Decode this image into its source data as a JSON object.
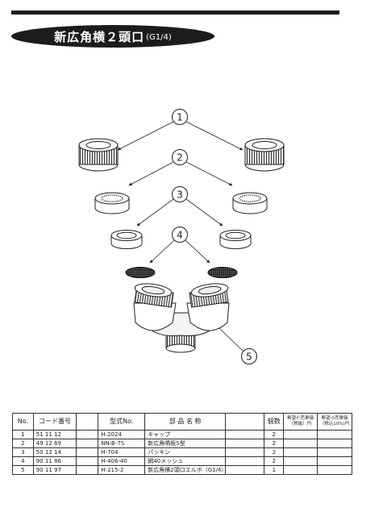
{
  "header": {
    "title": "新広角横２頭口",
    "title_sub": "(G1/4)"
  },
  "diagram": {
    "callouts": [
      "1",
      "2",
      "3",
      "4",
      "5"
    ]
  },
  "table": {
    "columns": [
      "No.",
      "コード番号",
      "",
      "型式No.",
      "部 品 名 称",
      "",
      "個数",
      "希望小売単価（税抜）円",
      "希望小売単価（税込10%)円"
    ],
    "rows": [
      {
        "no": "1",
        "code": "51 11 12",
        "model": "H-2024",
        "name": "キャップ",
        "qty": "2"
      },
      {
        "no": "2",
        "code": "49 12 69",
        "model": "NN-B-7S",
        "name": "新広角噴板S型",
        "qty": "2"
      },
      {
        "no": "3",
        "code": "50 12 14",
        "model": "H-704",
        "name": "パッキン",
        "qty": "2"
      },
      {
        "no": "4",
        "code": "90 11 86",
        "model": "H-406-40",
        "name": "網40メッシュ",
        "qty": "2"
      },
      {
        "no": "5",
        "code": "90 11 97",
        "model": "H-215-2",
        "name": "新広角横2頭口エルボ（G1/4）",
        "qty": "1"
      }
    ]
  }
}
